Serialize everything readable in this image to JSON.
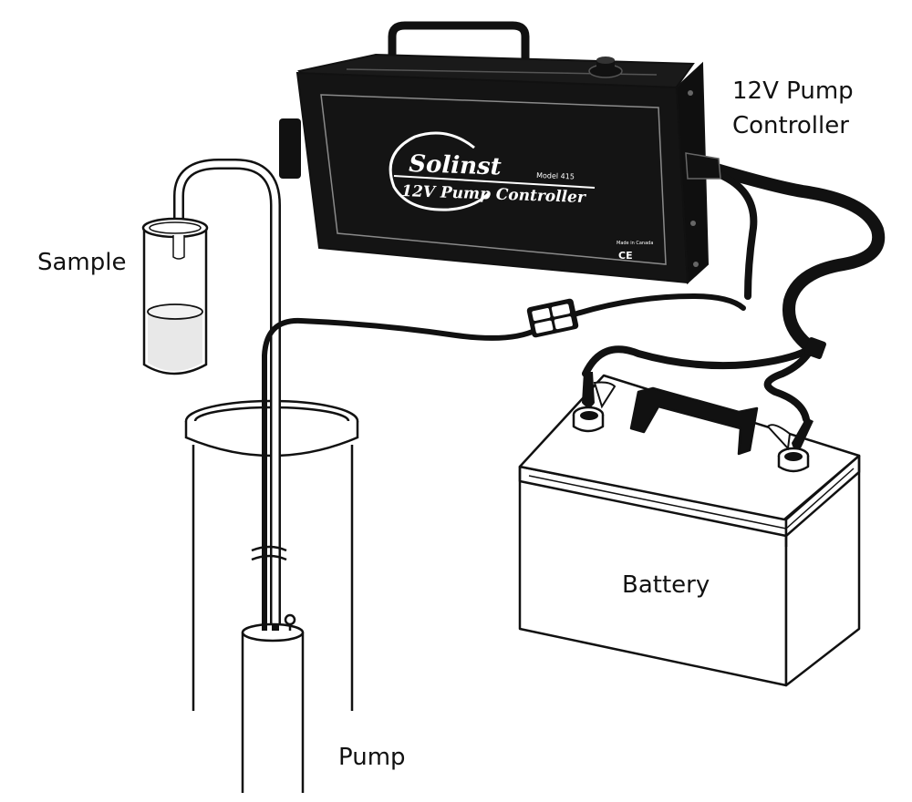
{
  "labels": {
    "controller_line1": "12V Pump",
    "controller_line2": "Controller",
    "sample": "Sample",
    "battery": "Battery",
    "pump": "Pump"
  },
  "controller_panel": {
    "brand": "Solinst",
    "model": "Model 415",
    "product": "12V Pump Controller",
    "made_in": "Made in Canada",
    "ce_mark": "CE"
  },
  "icons": [
    "pump-controller-icon",
    "battery-icon",
    "sample-jar-icon",
    "well-casing-icon",
    "pump-icon",
    "alligator-clip-icon",
    "connector-icon"
  ],
  "colors": {
    "line": "#111111",
    "fill": "#ffffff",
    "controller_body": "#1a1a1a",
    "water": "#e8e8e8"
  }
}
